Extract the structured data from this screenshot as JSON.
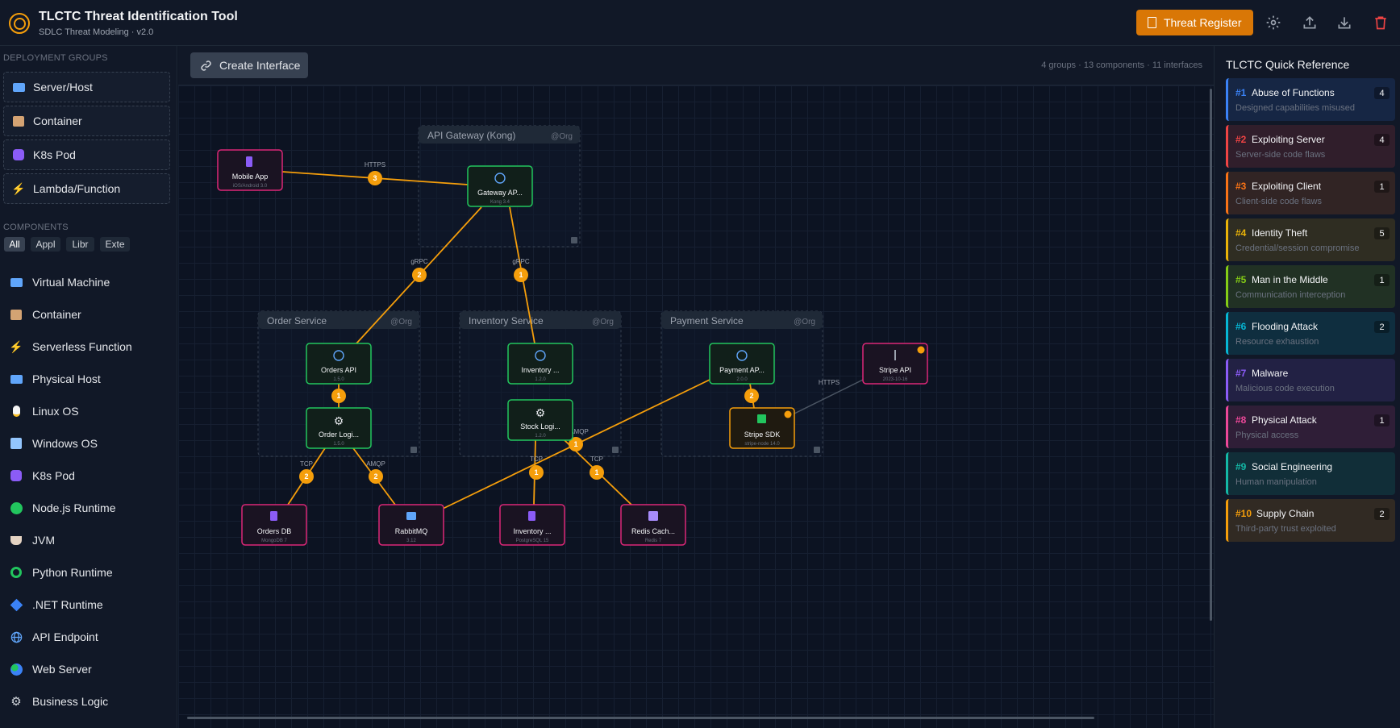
{
  "header": {
    "title": "TLCTC Threat Identification Tool",
    "subtitle": "SDLC Threat Modeling · v2.0",
    "register_label": "Threat Register"
  },
  "sidebar": {
    "groups_title": "DEPLOYMENT GROUPS",
    "groups": [
      {
        "label": "Server/Host",
        "icon": "monitor-icon"
      },
      {
        "label": "Container",
        "icon": "box-icon"
      },
      {
        "label": "K8s Pod",
        "icon": "kubernetes-icon"
      },
      {
        "label": "Lambda/Function",
        "icon": "lightning-icon"
      }
    ],
    "components_title": "COMPONENTS",
    "filters": [
      "All",
      "Appl",
      "Libr",
      "Exte"
    ],
    "components": [
      {
        "label": "Virtual Machine",
        "icon": "monitor-icon"
      },
      {
        "label": "Container",
        "icon": "box-icon"
      },
      {
        "label": "Serverless Function",
        "icon": "lightning-icon"
      },
      {
        "label": "Physical Host",
        "icon": "monitor-icon"
      },
      {
        "label": "Linux OS",
        "icon": "penguin-icon"
      },
      {
        "label": "Windows OS",
        "icon": "windows-icon"
      },
      {
        "label": "K8s Pod",
        "icon": "kubernetes-icon"
      },
      {
        "label": "Node.js Runtime",
        "icon": "green-circle-icon"
      },
      {
        "label": "JVM",
        "icon": "coffee-icon"
      },
      {
        "label": "Python Runtime",
        "icon": "python-icon"
      },
      {
        "label": ".NET Runtime",
        "icon": "diamond-icon"
      },
      {
        "label": "API Endpoint",
        "icon": "globe-icon"
      },
      {
        "label": "Web Server",
        "icon": "earth-icon"
      },
      {
        "label": "Business Logic",
        "icon": "gear-icon"
      }
    ]
  },
  "toolbar": {
    "create_label": "Create Interface",
    "stats": "4 groups · 13 components · 11 interfaces"
  },
  "canvas": {
    "groups": [
      {
        "name": "API Gateway (Kong)",
        "tag": "@Org"
      },
      {
        "name": "Order Service",
        "tag": "@Org"
      },
      {
        "name": "Inventory Service",
        "tag": "@Org"
      },
      {
        "name": "Payment Service",
        "tag": "@Org"
      }
    ],
    "nodes": [
      {
        "name": "Mobile App",
        "ver": "iOS/Android 3.0",
        "icon": "phone-icon"
      },
      {
        "name": "Gateway AP...",
        "ver": "Kong 3.4",
        "icon": "globe-icon"
      },
      {
        "name": "Orders API",
        "ver": "1.5.0",
        "icon": "globe-icon"
      },
      {
        "name": "Order Logi...",
        "ver": "1.5.0",
        "icon": "gear-icon"
      },
      {
        "name": "Inventory ...",
        "ver": "1.2.0",
        "icon": "globe-icon"
      },
      {
        "name": "Stock Logi...",
        "ver": "1.2.0",
        "icon": "gear-icon"
      },
      {
        "name": "Payment AP...",
        "ver": "2.0.0",
        "icon": "globe-icon"
      },
      {
        "name": "Stripe SDK",
        "ver": "stripe-node 14.0",
        "icon": "package-icon"
      },
      {
        "name": "Stripe API",
        "ver": "2023-10-16",
        "icon": "plug-icon"
      },
      {
        "name": "Orders DB",
        "ver": "MongoDB 7",
        "icon": "database-icon"
      },
      {
        "name": "RabbitMQ",
        "ver": "3.12",
        "icon": "queue-icon"
      },
      {
        "name": "Inventory ...",
        "ver": "PostgreSQL 15",
        "icon": "database-icon"
      },
      {
        "name": "Redis Cach...",
        "ver": "Redis 7",
        "icon": "floppy-icon"
      }
    ],
    "edges": [
      {
        "protocol": "HTTPS",
        "count": "3"
      },
      {
        "protocol": "gRPC",
        "count": "2"
      },
      {
        "protocol": "gRPC",
        "count": "1"
      },
      {
        "protocol": "",
        "count": "1"
      },
      {
        "protocol": "",
        "count": "2"
      },
      {
        "protocol": "TCP",
        "count": "2"
      },
      {
        "protocol": "AMQP",
        "count": "2"
      },
      {
        "protocol": "AMQP",
        "count": "1"
      },
      {
        "protocol": "TCP",
        "count": "1"
      },
      {
        "protocol": "TCP",
        "count": "1"
      },
      {
        "protocol": "HTTPS",
        "count": ""
      }
    ]
  },
  "quickref": {
    "title": "TLCTC Quick Reference",
    "items": [
      {
        "num": "#1",
        "title": "Abuse of Functions",
        "desc": "Designed capabilities misused",
        "count": "4",
        "color": "#3b82f6"
      },
      {
        "num": "#2",
        "title": "Exploiting Server",
        "desc": "Server-side code flaws",
        "count": "4",
        "color": "#ef4444"
      },
      {
        "num": "#3",
        "title": "Exploiting Client",
        "desc": "Client-side code flaws",
        "count": "1",
        "color": "#f97316"
      },
      {
        "num": "#4",
        "title": "Identity Theft",
        "desc": "Credential/session compromise",
        "count": "5",
        "color": "#eab308"
      },
      {
        "num": "#5",
        "title": "Man in the Middle",
        "desc": "Communication interception",
        "count": "1",
        "color": "#84cc16"
      },
      {
        "num": "#6",
        "title": "Flooding Attack",
        "desc": "Resource exhaustion",
        "count": "2",
        "color": "#06b6d4"
      },
      {
        "num": "#7",
        "title": "Malware",
        "desc": "Malicious code execution",
        "count": "",
        "color": "#8b5cf6"
      },
      {
        "num": "#8",
        "title": "Physical Attack",
        "desc": "Physical access",
        "count": "1",
        "color": "#ec4899"
      },
      {
        "num": "#9",
        "title": "Social Engineering",
        "desc": "Human manipulation",
        "count": "",
        "color": "#14b8a6"
      },
      {
        "num": "#10",
        "title": "Supply Chain",
        "desc": "Third-party trust exploited",
        "count": "2",
        "color": "#f59e0b"
      }
    ]
  },
  "colors": {
    "accent": "#d97706",
    "edge": "#f59e0b",
    "app_border": "#22c55e",
    "infra_border": "#db2777",
    "lib_border": "#f59e0b"
  }
}
